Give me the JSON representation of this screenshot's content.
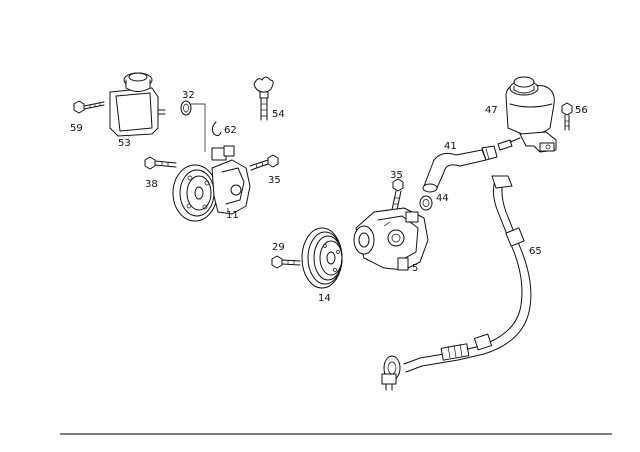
{
  "diagram": {
    "part_numbers": {
      "p59": "59",
      "p53": "53",
      "p32": "32",
      "p62": "62",
      "p54": "54",
      "p38": "38",
      "p35a": "35",
      "p11": "11",
      "p35b": "35",
      "p44": "44",
      "p41": "41",
      "p47": "47",
      "p56": "56",
      "p29": "29",
      "p14": "14",
      "p5": "5",
      "p65": "65"
    }
  }
}
